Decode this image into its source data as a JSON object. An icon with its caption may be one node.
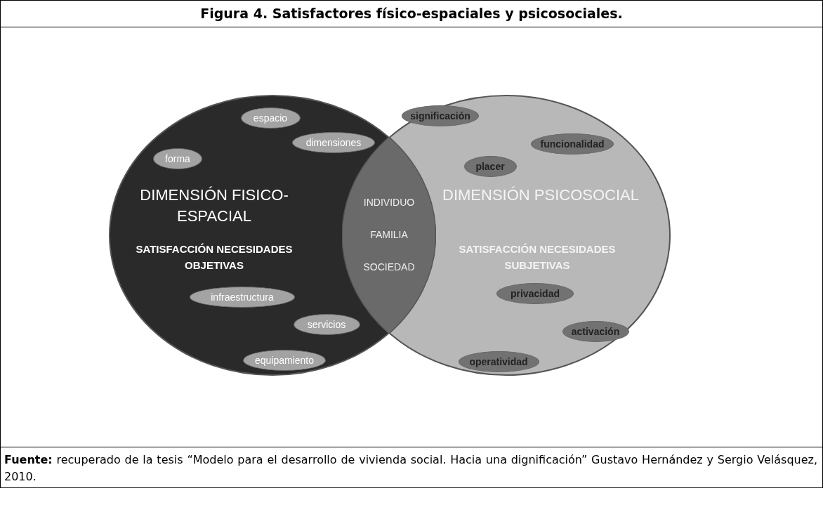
{
  "diagram": {
    "title": "Figura 4. Satisfactores físico-espaciales y psicosociales.",
    "caption": "**Fuente:** recuperado de la tesis “Modelo para el desarrollo de vivienda social. Hacia una dignificación” Gustavo Hernández y Sergio Velásquez, 2010.",
    "nodes": [
      {
        "text": [
          "DIMENSIÓN FISICO-ESPACIAL",
          "SATISFACCIÓN NECESIDADES OBJETIVAS"
        ]
      },
      {
        "text": [
          "espacio"
        ],
        "in": 0
      },
      {
        "text": [
          "dimensiones"
        ],
        "in": 0
      },
      {
        "text": [
          "forma"
        ],
        "in": 0
      },
      {
        "text": [
          "infraestructura"
        ],
        "in": 0
      },
      {
        "text": [
          "servicios"
        ],
        "in": 0
      },
      {
        "text": [
          "equipamiento"
        ],
        "in": 0
      },
      {
        "text": [
          "INDIVIDUO",
          "FAMILIA",
          "SOCIEDAD"
        ]
      },
      {
        "text": [
          "DIMENSIÓN PSICOSOCIAL",
          "SATISFACCIÓN NECESIDADES SUBJETIVAS"
        ]
      },
      {
        "text": [
          "significación"
        ],
        "in": 8
      },
      {
        "text": [
          "funcionalidad"
        ],
        "in": 8
      },
      {
        "text": [
          "placer"
        ],
        "in": 8
      },
      {
        "text": [
          "privacidad"
        ],
        "in": 8
      },
      {
        "text": [
          "activación"
        ],
        "in": 8
      },
      {
        "text": [
          "operatividad"
        ],
        "in": 8
      }
    ]
  }
}
